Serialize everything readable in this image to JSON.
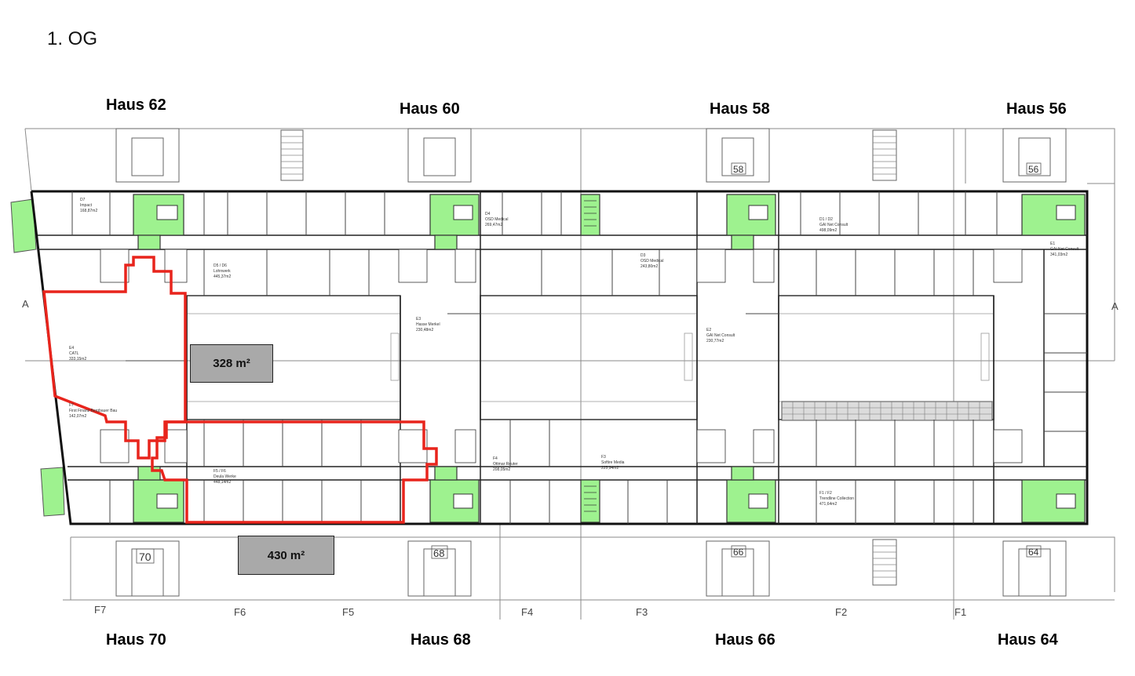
{
  "title": "1. OG",
  "houses_top": [
    "Haus 62",
    "Haus 60",
    "Haus 58",
    "Haus 56"
  ],
  "houses_bottom": [
    "Haus 70",
    "Haus 68",
    "Haus 66",
    "Haus 64"
  ],
  "highlight_areas": [
    "328 m²",
    "430 m²"
  ],
  "section_marks": [
    "A",
    "A"
  ],
  "stair_numbers": [
    "58",
    "56",
    "70",
    "68",
    "66",
    "64"
  ],
  "facade_labels": [
    "F7",
    "F6",
    "F5",
    "F4",
    "F3",
    "F2",
    "F1"
  ],
  "units": [
    {
      "id": "D7",
      "name": "Impact",
      "area": "168,87m2"
    },
    {
      "id": "D4",
      "name": "OSD Medical",
      "area": "269,47m2"
    },
    {
      "id": "D1 / D2",
      "name": "GAI Net Consult",
      "area": "498,09m2"
    },
    {
      "id": "D5 / D6",
      "name": "Lohnwerk",
      "area": "445,37m2"
    },
    {
      "id": "D3",
      "name": "OSD Medical",
      "area": "243,80m2"
    },
    {
      "id": "E1",
      "name": "GAI Net Consult",
      "area": "341,03m2"
    },
    {
      "id": "E4",
      "name": "CATL",
      "area": "333,15m2"
    },
    {
      "id": "E3",
      "name": "Hasse Merkel",
      "area": "230,48m2"
    },
    {
      "id": "E2",
      "name": "GAI Net Consult",
      "area": "230,77m2"
    },
    {
      "id": "F7",
      "name": "First Finanz Bergbauer Bau",
      "area": "142,07m2"
    },
    {
      "id": "F5 / F6",
      "name": "Deula Werke",
      "area": "448,14m2"
    },
    {
      "id": "F4",
      "name": "Ottmar Reuter",
      "area": "208,05m2"
    },
    {
      "id": "F3",
      "name": "Softire Media",
      "area": "225,94m2"
    },
    {
      "id": "F1 / F2",
      "name": "Trendline Collection",
      "area": "471,64m2"
    }
  ],
  "colors": {
    "core": "#9ef28f",
    "highlight": "#e8241c",
    "walls": "#111111",
    "area_box": "#a9a9a9"
  }
}
